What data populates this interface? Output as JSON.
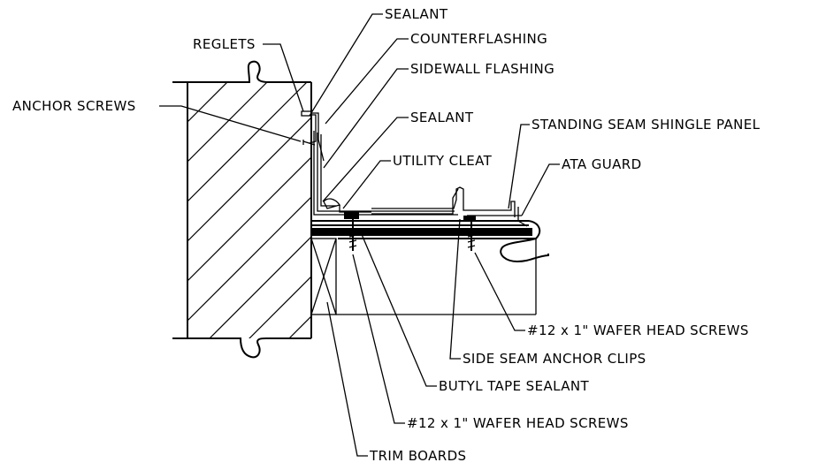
{
  "labels": {
    "sealant_top": "SEALANT",
    "reglets": "REGLETS",
    "counterflashing": "COUNTERFLASHING",
    "sidewall_flashing": "SIDEWALL FLASHING",
    "anchor_screws": "ANCHOR SCREWS",
    "sealant_mid": "SEALANT",
    "standing_seam_shingle_panel": "STANDING SEAM SHINGLE PANEL",
    "utility_cleat": "UTILITY CLEAT",
    "ata_guard": "ATA GUARD",
    "wafer_screws_right": "#12 x 1\" WAFER HEAD SCREWS",
    "side_seam_anchor_clips": "SIDE SEAM ANCHOR CLIPS",
    "butyl_tape_sealant": "BUTYL TAPE SEALANT",
    "wafer_screws_bottom": "#12 x 1\" WAFER HEAD SCREWS",
    "trim_boards": "TRIM BOARDS"
  },
  "colors": {
    "line": "#000000",
    "background": "#ffffff"
  }
}
